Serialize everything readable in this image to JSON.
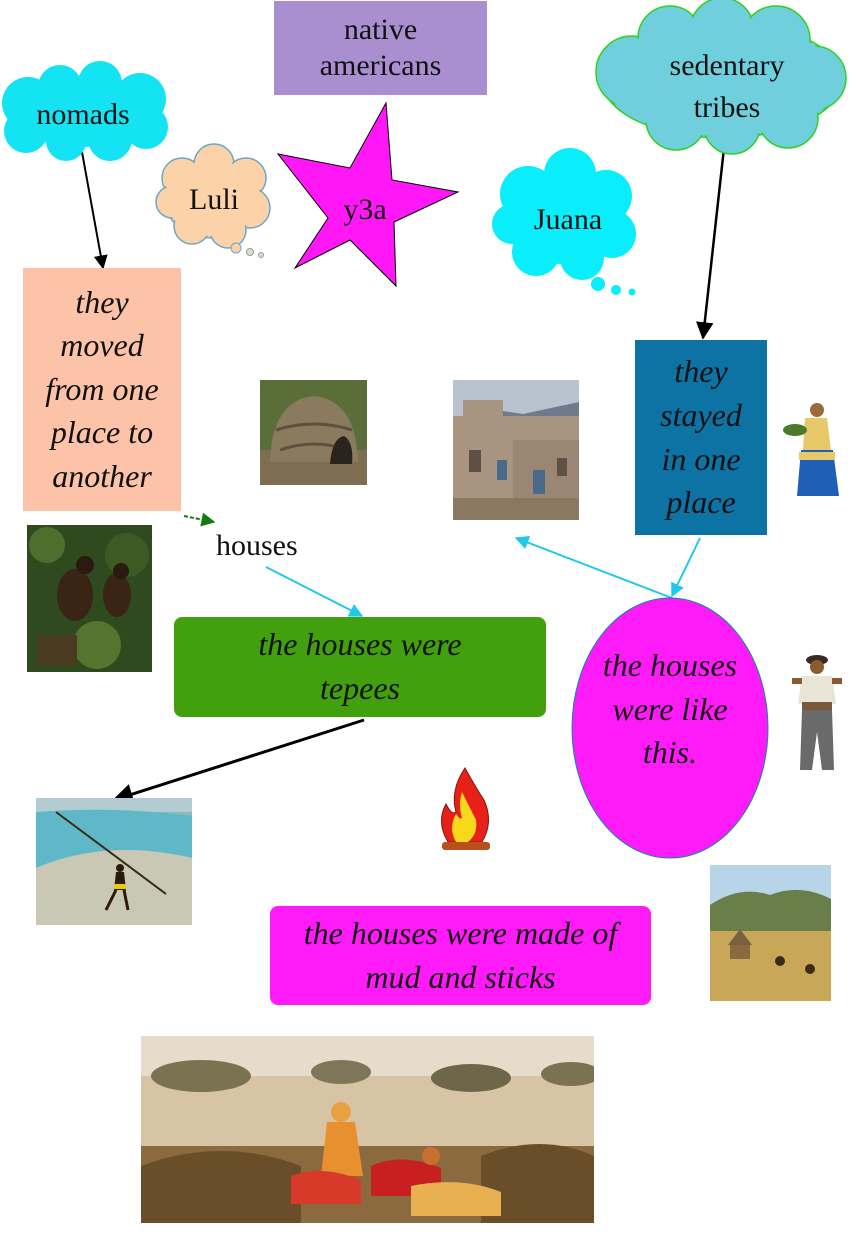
{
  "title_box": {
    "text": "native americans",
    "color": "#a98fcf"
  },
  "nomads": {
    "text": "nomads",
    "color": "#14e3f3"
  },
  "sedentary": {
    "text": "sedentary tribes",
    "color": "#6fcfdc"
  },
  "luli": {
    "text": "Luli",
    "color": "#fcd2a8"
  },
  "star": {
    "text": "y3a",
    "color": "#ff18f5"
  },
  "juana": {
    "text": "Juana",
    "color": "#08eefa"
  },
  "moved": {
    "text": "they moved from one place to another",
    "color": "#fcc3a8"
  },
  "stayed": {
    "text": "they stayed in one place",
    "color": "#0d72a4"
  },
  "houses_label": {
    "text": "houses"
  },
  "tepees": {
    "text": "the houses were tepees",
    "color": "#42a00e"
  },
  "like_this": {
    "text": "the houses were like this.",
    "color": "#ff1af8"
  },
  "mud": {
    "text": "the houses were made of mud and sticks",
    "color": "#ff1af8"
  },
  "icons": [
    "hut-photo",
    "pueblo-photo",
    "woman-basket-figure",
    "men-digging-photo",
    "man-figure",
    "spear-fisher-photo",
    "campfire-icon",
    "village-field-photo",
    "desert-people-photo"
  ]
}
